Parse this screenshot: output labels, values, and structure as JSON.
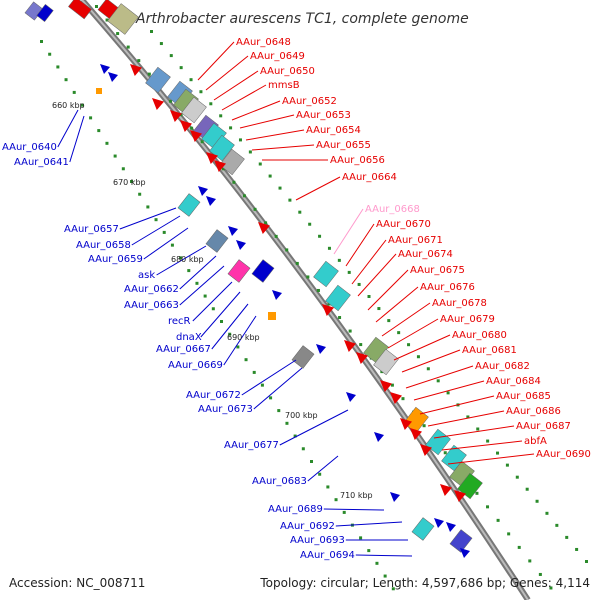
{
  "title": "Arthrobacter aurescens TC1, complete genome",
  "footer": {
    "accession": "Accession: NC_008711",
    "topology": "Topology: circular; Length: 4,597,686 bp; Genes: 4,114"
  },
  "colors": {
    "plus_strand": "#e60000",
    "minus_strand": "#0000cc",
    "faded": "#ff99cc"
  },
  "ticks": [
    "660 kbp",
    "670 kbp",
    "680 kbp",
    "690 kbp",
    "700 kbp",
    "710 kbp"
  ],
  "right_labels": [
    {
      "text": "AAur_0648",
      "color": "red"
    },
    {
      "text": "AAur_0649",
      "color": "red"
    },
    {
      "text": "AAur_0650",
      "color": "red"
    },
    {
      "text": "mmsB",
      "color": "red"
    },
    {
      "text": "AAur_0652",
      "color": "red"
    },
    {
      "text": "AAur_0653",
      "color": "red"
    },
    {
      "text": "AAur_0654",
      "color": "red"
    },
    {
      "text": "AAur_0655",
      "color": "red"
    },
    {
      "text": "AAur_0656",
      "color": "red"
    },
    {
      "text": "AAur_0664",
      "color": "red"
    },
    {
      "text": "AAur_0668",
      "color": "pink"
    },
    {
      "text": "AAur_0670",
      "color": "red"
    },
    {
      "text": "AAur_0671",
      "color": "red"
    },
    {
      "text": "AAur_0674",
      "color": "red"
    },
    {
      "text": "AAur_0675",
      "color": "red"
    },
    {
      "text": "AAur_0676",
      "color": "red"
    },
    {
      "text": "AAur_0678",
      "color": "red"
    },
    {
      "text": "AAur_0679",
      "color": "red"
    },
    {
      "text": "AAur_0680",
      "color": "red"
    },
    {
      "text": "AAur_0681",
      "color": "red"
    },
    {
      "text": "AAur_0682",
      "color": "red"
    },
    {
      "text": "AAur_0684",
      "color": "red"
    },
    {
      "text": "AAur_0685",
      "color": "red"
    },
    {
      "text": "AAur_0686",
      "color": "red"
    },
    {
      "text": "AAur_0687",
      "color": "red"
    },
    {
      "text": "abfA",
      "color": "red"
    },
    {
      "text": "AAur_0690",
      "color": "red"
    }
  ],
  "left_labels": [
    {
      "text": "AAur_0640",
      "color": "blue"
    },
    {
      "text": "AAur_0641",
      "color": "blue"
    },
    {
      "text": "AAur_0657",
      "color": "blue"
    },
    {
      "text": "AAur_0658",
      "color": "blue"
    },
    {
      "text": "AAur_0659",
      "color": "blue"
    },
    {
      "text": "ask",
      "color": "blue"
    },
    {
      "text": "AAur_0662",
      "color": "blue"
    },
    {
      "text": "AAur_0663",
      "color": "blue"
    },
    {
      "text": "recR",
      "color": "blue"
    },
    {
      "text": "dnaX",
      "color": "blue"
    },
    {
      "text": "AAur_0667",
      "color": "blue"
    },
    {
      "text": "AAur_0669",
      "color": "blue"
    },
    {
      "text": "AAur_0672",
      "color": "blue"
    },
    {
      "text": "AAur_0673",
      "color": "blue"
    },
    {
      "text": "AAur_0677",
      "color": "blue"
    },
    {
      "text": "AAur_0683",
      "color": "blue"
    },
    {
      "text": "AAur_0689",
      "color": "blue"
    },
    {
      "text": "AAur_0692",
      "color": "blue"
    },
    {
      "text": "AAur_0693",
      "color": "blue"
    },
    {
      "text": "AAur_0694",
      "color": "blue"
    }
  ]
}
